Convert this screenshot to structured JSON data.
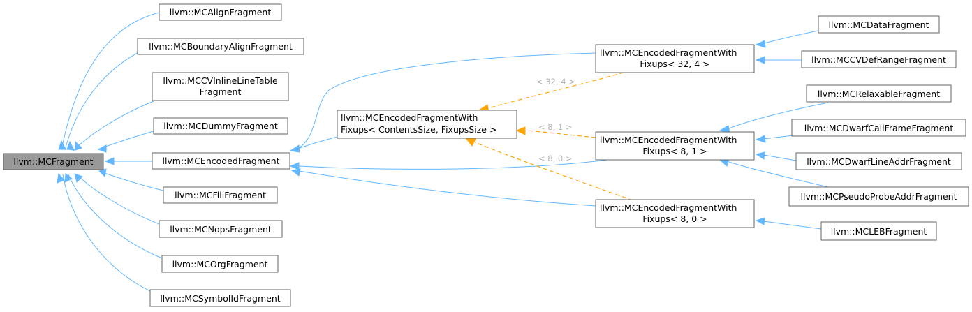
{
  "diagram": {
    "nodes": {
      "root": "llvm::MCFragment",
      "align": "llvm::MCAlignFragment",
      "boundary": "llvm::MCBoundaryAlignFragment",
      "cvinline": [
        "llvm::MCCVInlineLineTable",
        "Fragment"
      ],
      "dummy": "llvm::MCDummyFragment",
      "encoded": "llvm::MCEncodedFragment",
      "fill": "llvm::MCFillFragment",
      "nops": "llvm::MCNopsFragment",
      "org": "llvm::MCOrgFragment",
      "symbolid": "llvm::MCSymbolIdFragment",
      "efwf_template": [
        "llvm::MCEncodedFragmentWith",
        "Fixups< ContentsSize, FixupsSize >"
      ],
      "efwf_32_4": [
        "llvm::MCEncodedFragmentWith",
        "Fixups< 32, 4 >"
      ],
      "efwf_8_1": [
        "llvm::MCEncodedFragmentWith",
        "Fixups< 8, 1 >"
      ],
      "efwf_8_0": [
        "llvm::MCEncodedFragmentWith",
        "Fixups< 8, 0 >"
      ],
      "data": "llvm::MCDataFragment",
      "cvdefrange": "llvm::MCCVDefRangeFragment",
      "relaxable": "llvm::MCRelaxableFragment",
      "dwarfcallframe": "llvm::MCDwarfCallFrameFragment",
      "dwarflineaddr": "llvm::MCDwarfLineAddrFragment",
      "pseudoprobe": "llvm::MCPseudoProbeAddrFragment",
      "leb": "llvm::MCLEBFragment"
    },
    "edge_labels": {
      "tpl_32_4": "< 32, 4 >",
      "tpl_8_1": "< 8, 1 >",
      "tpl_8_0": "< 8, 0 >"
    },
    "colors": {
      "inheritance_edge": "#63b8ff",
      "template_edge": "#ffa500",
      "highlight_node": "#999999"
    }
  }
}
